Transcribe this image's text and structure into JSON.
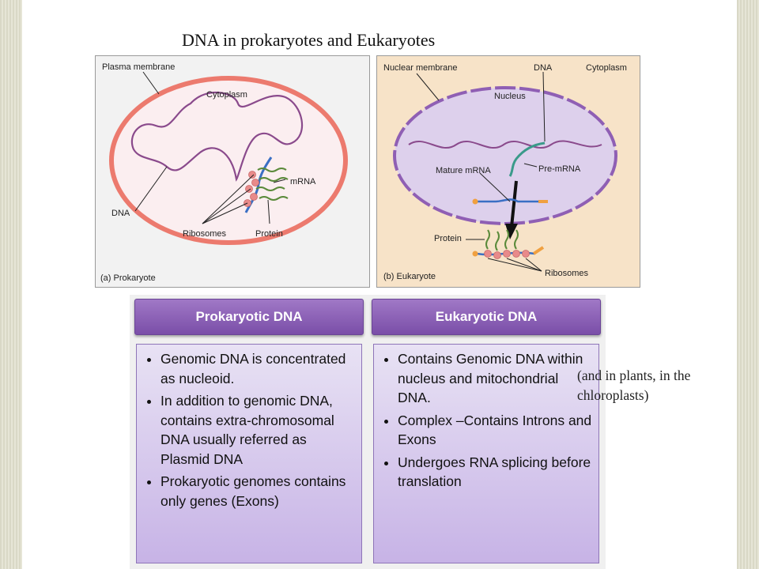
{
  "title": "DNA in prokaryotes and Eukaryotes",
  "prokaryote": {
    "caption": "(a) Prokaryote",
    "labels": {
      "plasma_membrane": "Plasma membrane",
      "cytoplasm": "Cytoplasm",
      "mrna": "mRNA",
      "dna": "DNA",
      "ribosomes": "Ribosomes",
      "protein": "Protein"
    }
  },
  "eukaryote": {
    "caption": "(b) Eukaryote",
    "labels": {
      "nuclear_membrane": "Nuclear membrane",
      "dna": "DNA",
      "cytoplasm": "Cytoplasm",
      "nucleus": "Nucleus",
      "mature_mrna": "Mature mRNA",
      "pre_mrna": "Pre-mRNA",
      "protein": "Protein",
      "ribosomes": "Ribosomes"
    }
  },
  "table": {
    "prokaryotic": {
      "header": "Prokaryotic DNA",
      "items": [
        "Genomic DNA is concentrated as nucleoid.",
        "In addition to genomic DNA, contains extra-chromosomal DNA usually referred as  Plasmid DNA",
        "Prokaryotic genomes contains only genes (Exons)"
      ]
    },
    "eukaryotic": {
      "header": "Eukaryotic DNA",
      "items": [
        "Contains Genomic DNA within nucleus and mitochondrial DNA.",
        "Complex –Contains Introns and Exons",
        "Undergoes RNA splicing before  translation"
      ]
    }
  },
  "note": "(and in plants, in the chloroplasts)",
  "colors": {
    "membrane_red": "#ec7a6e",
    "nuclear_purple": "#8f5fb4",
    "dna_purple": "#8a4a8c",
    "mrna_blue": "#3a6fc4",
    "protein_green": "#5a8a3a",
    "ribosome_pink": "#e88a8a",
    "header_purple": "#8a5cb8"
  }
}
